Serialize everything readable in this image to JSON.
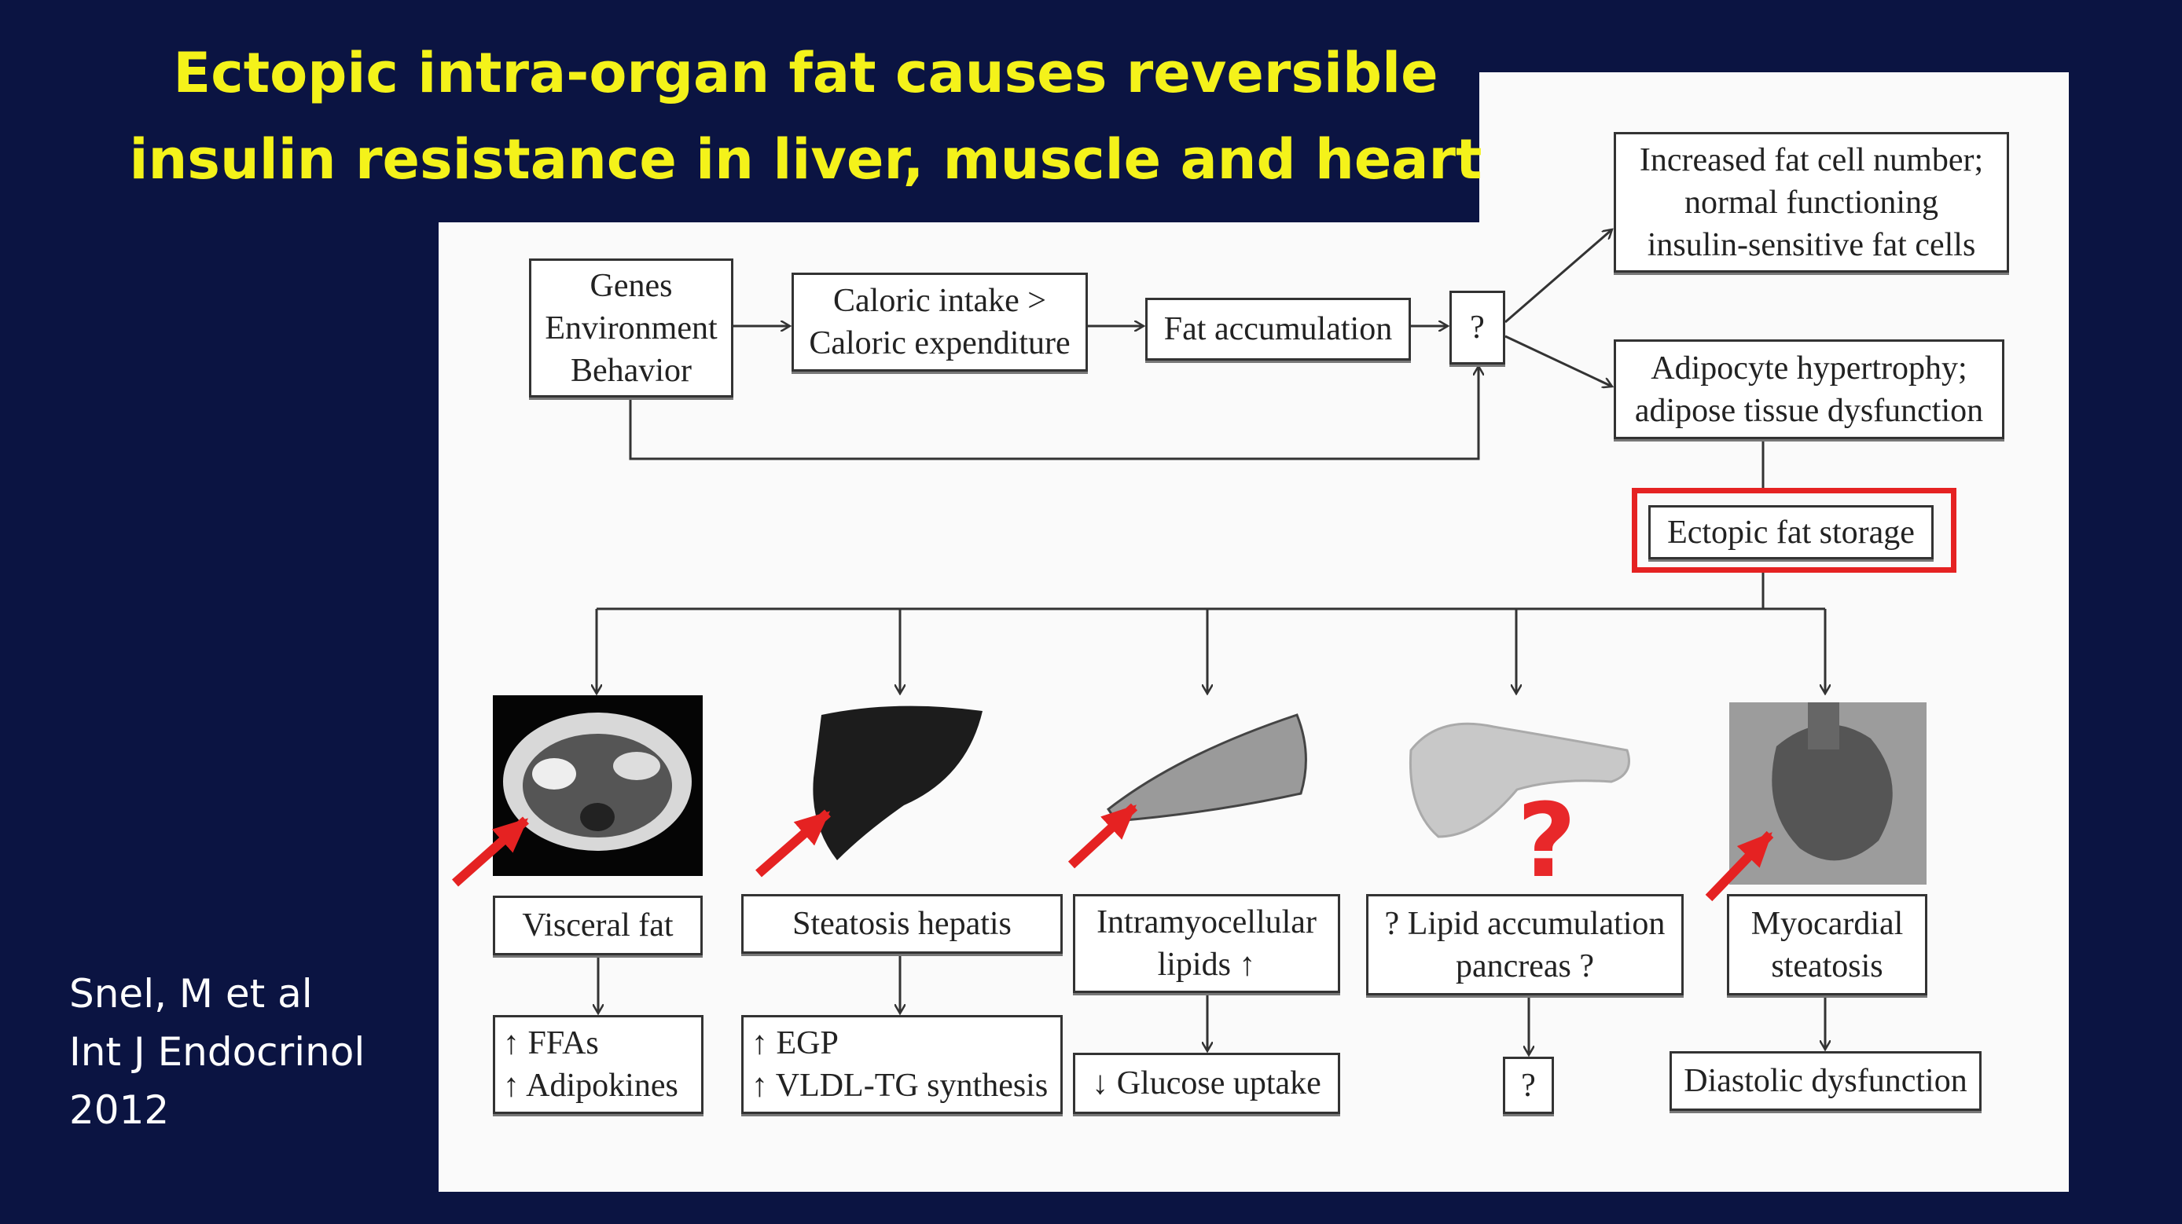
{
  "slide": {
    "title_lines": [
      "Ectopic intra-organ fat causes reversible",
      "insulin resistance in liver, muscle and heart"
    ],
    "citation_lines": [
      "Snel, M et al",
      "Int J Endocrinol",
      "2012"
    ]
  },
  "diagram": {
    "genes": [
      "Genes",
      "Environment",
      "Behavior"
    ],
    "caloric": [
      "Caloric intake >",
      "Caloric expenditure"
    ],
    "fat_accumulation": "Fat accumulation",
    "unknown": "?",
    "increased": [
      "Increased fat cell number;",
      "normal functioning",
      "insulin-sensitive fat cells"
    ],
    "adipocyte": [
      "Adipocyte hypertrophy;",
      "adipose tissue dysfunction"
    ],
    "ectopic": "Ectopic fat storage",
    "organs": [
      {
        "name": [
          "Visceral fat"
        ],
        "effect": [
          "↑ FFAs",
          "↑ Adipokines"
        ]
      },
      {
        "name": [
          "Steatosis hepatis"
        ],
        "effect": [
          "↑ EGP",
          "↑ VLDL-TG synthesis"
        ]
      },
      {
        "name": [
          "Intramyocellular",
          "lipids ↑"
        ],
        "effect": [
          "↓ Glucose uptake"
        ]
      },
      {
        "name": [
          "? Lipid accumulation",
          "pancreas ?"
        ],
        "effect": [
          "?"
        ]
      },
      {
        "name": [
          "Myocardial",
          "steatosis"
        ],
        "effect": [
          "Diastolic dysfunction"
        ]
      }
    ],
    "pancreas_annotation": "?"
  },
  "colors": {
    "background": "#0b1442",
    "title": "#f4f21a",
    "highlight": "#e52222"
  }
}
